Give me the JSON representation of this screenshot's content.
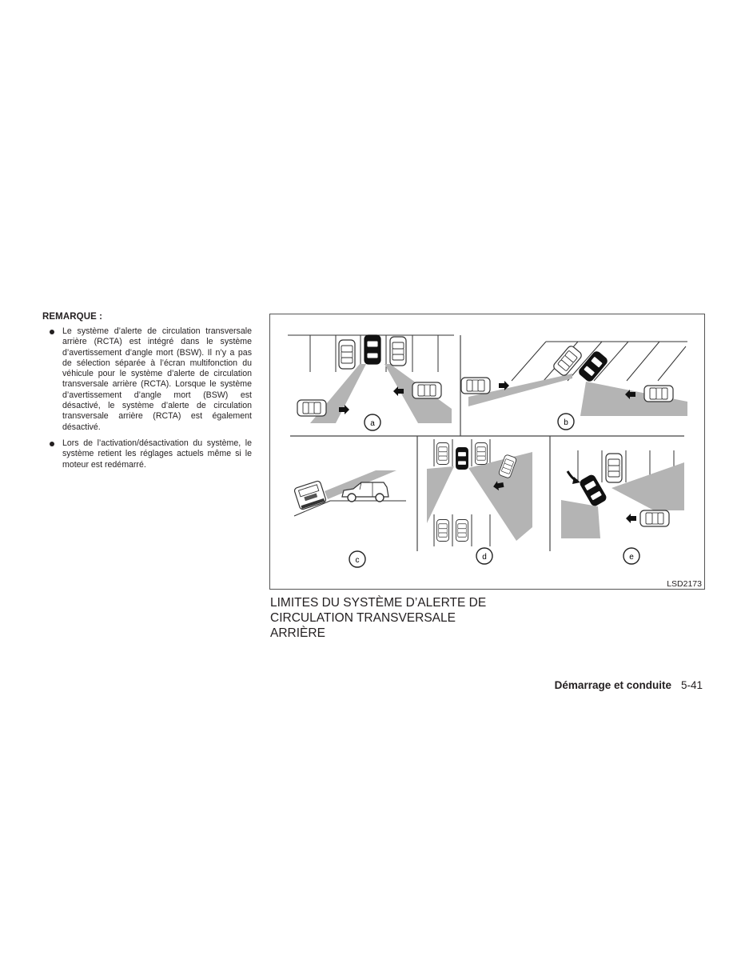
{
  "left_column": {
    "remark_title": "REMARQUE :",
    "bullets": [
      {
        "text": "Le système d’alerte de circulation transversale arrière (RCTA) est intégré dans le système d’avertissement d’angle mort (BSW). Il n’y a pas de sélection séparée à l’écran multifonction du véhicule pour le système d’alerte de circulation transversale arrière (RCTA). Lorsque le système d’avertissement d’angle mort (BSW) est désactivé, le système d’alerte de circulation transversale arrière (RCTA) est également désactivé."
      },
      {
        "text": "Lors de l’activation/désactivation du système, le système retient les réglages actuels même si le moteur est redémarré."
      }
    ]
  },
  "figure": {
    "code": "LSD2173",
    "panels": [
      {
        "label": "a",
        "description": "reversing out of perpendicular parking between parked vehicles; approaching vehicles from left and right"
      },
      {
        "label": "b",
        "description": "reversing out of angled parking; approaching vehicles"
      },
      {
        "label": "c",
        "description": "vehicle reversing on an incline; detection area above approaching vehicle"
      },
      {
        "label": "d",
        "description": "reversing out; vehicle approaching from angle"
      },
      {
        "label": "e",
        "description": "turning while reversing; approaching vehicle from right"
      }
    ],
    "colors": {
      "detection_zone": "#b4b4b4",
      "line": "#3a3a3a",
      "border": "#555555"
    }
  },
  "caption": {
    "line1": "LIMITES DU SYSTÈME D’ALERTE DE",
    "line2": "CIRCULATION TRANSVERSALE",
    "line3": "ARRIÈRE"
  },
  "footer": {
    "section": "Démarrage et conduite",
    "page": "5-41"
  }
}
